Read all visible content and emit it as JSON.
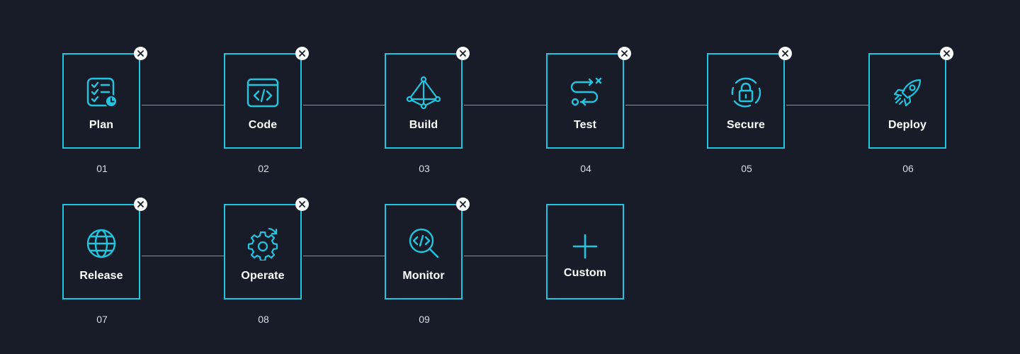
{
  "stages": [
    {
      "label": "Plan",
      "number": "01",
      "icon": "plan-checklist-icon"
    },
    {
      "label": "Code",
      "number": "02",
      "icon": "code-window-icon"
    },
    {
      "label": "Build",
      "number": "03",
      "icon": "build-network-icon"
    },
    {
      "label": "Test",
      "number": "04",
      "icon": "test-route-icon"
    },
    {
      "label": "Secure",
      "number": "05",
      "icon": "lock-icon"
    },
    {
      "label": "Deploy",
      "number": "06",
      "icon": "rocket-icon"
    },
    {
      "label": "Release",
      "number": "07",
      "icon": "globe-icon"
    },
    {
      "label": "Operate",
      "number": "08",
      "icon": "gear-refresh-icon"
    },
    {
      "label": "Monitor",
      "number": "09",
      "icon": "search-code-icon"
    }
  ],
  "custom": {
    "label": "Custom",
    "icon": "plus-icon"
  },
  "colors": {
    "background": "#171c28",
    "accent": "#22c5e0",
    "connector": "#8a919e",
    "label": "#ffffff",
    "number": "#d9dde4"
  }
}
